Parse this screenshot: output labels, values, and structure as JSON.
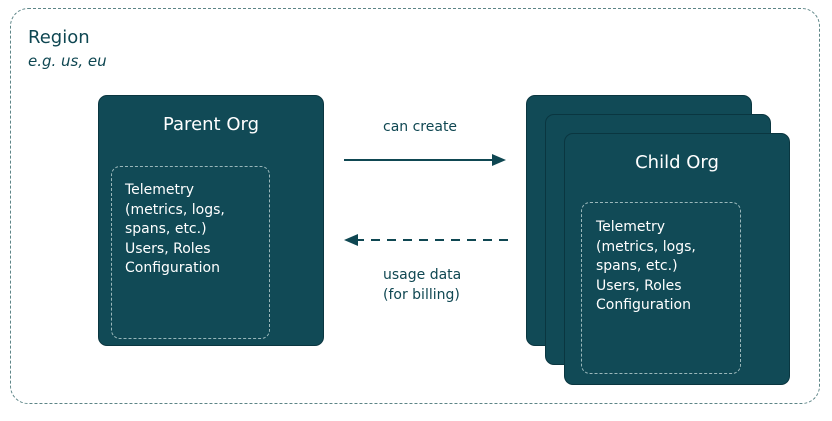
{
  "region": {
    "title": "Region",
    "subtitle": "e.g. us, eu"
  },
  "parent_org": {
    "title": "Parent Org",
    "items": [
      "Telemetry",
      "(metrics, logs,",
      "spans, etc.)",
      "Users, Roles",
      "Configuration"
    ]
  },
  "child_org": {
    "title": "Child Org",
    "items": [
      "Telemetry",
      "(metrics, logs,",
      "spans, etc.)",
      "Users, Roles",
      "Configuration"
    ]
  },
  "arrows": {
    "create_label": "can create",
    "usage_label_lines": [
      "usage data",
      "(for billing)"
    ]
  },
  "colors": {
    "box_fill": "#114a56",
    "text_dark": "#0f4752",
    "region_border": "#5d8587"
  }
}
